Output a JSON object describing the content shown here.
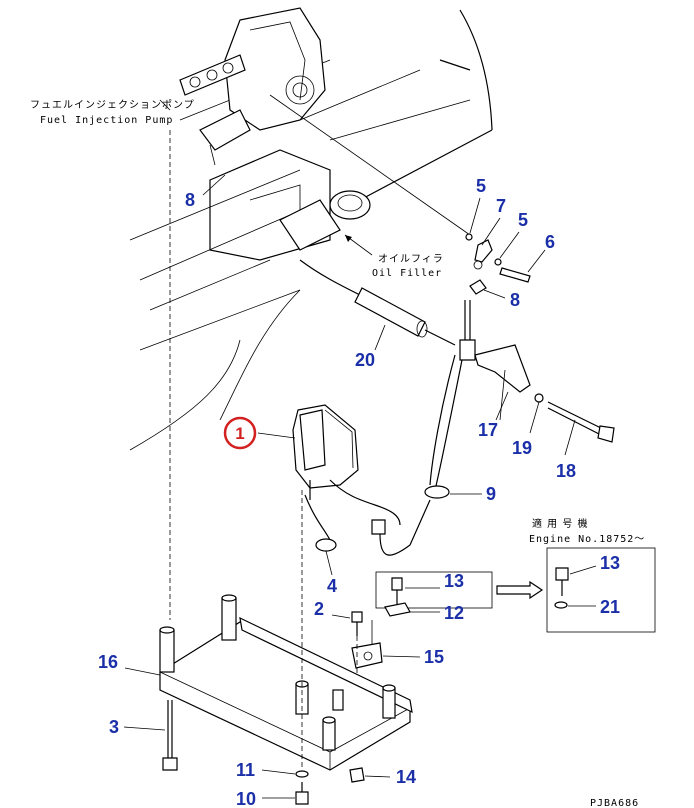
{
  "notes": {
    "fuel_pump_jp": "フュエルインジェクションポンプ",
    "fuel_pump_en": "Fuel Injection Pump",
    "oil_filler_jp": "オイルフィラ",
    "oil_filler_en": "Oil Filler",
    "applicable_jp": "適 用 号 機",
    "engine_no": "Engine No.18752～",
    "drawing_code": "PJBA686"
  },
  "callouts": {
    "c1": "1",
    "c2": "2",
    "c3": "3",
    "c4": "4",
    "c5a": "5",
    "c5b": "5",
    "c6": "6",
    "c7": "7",
    "c8a": "8",
    "c8b": "8",
    "c9": "9",
    "c10": "10",
    "c11": "11",
    "c12": "12",
    "c13a": "13",
    "c13b": "13",
    "c14": "14",
    "c15": "15",
    "c16": "16",
    "c17": "17",
    "c18": "18",
    "c19": "19",
    "c20": "20",
    "c21": "21"
  },
  "colors": {
    "callout": "#1a2fa8",
    "highlight": "#d32020",
    "line": "#000000"
  }
}
